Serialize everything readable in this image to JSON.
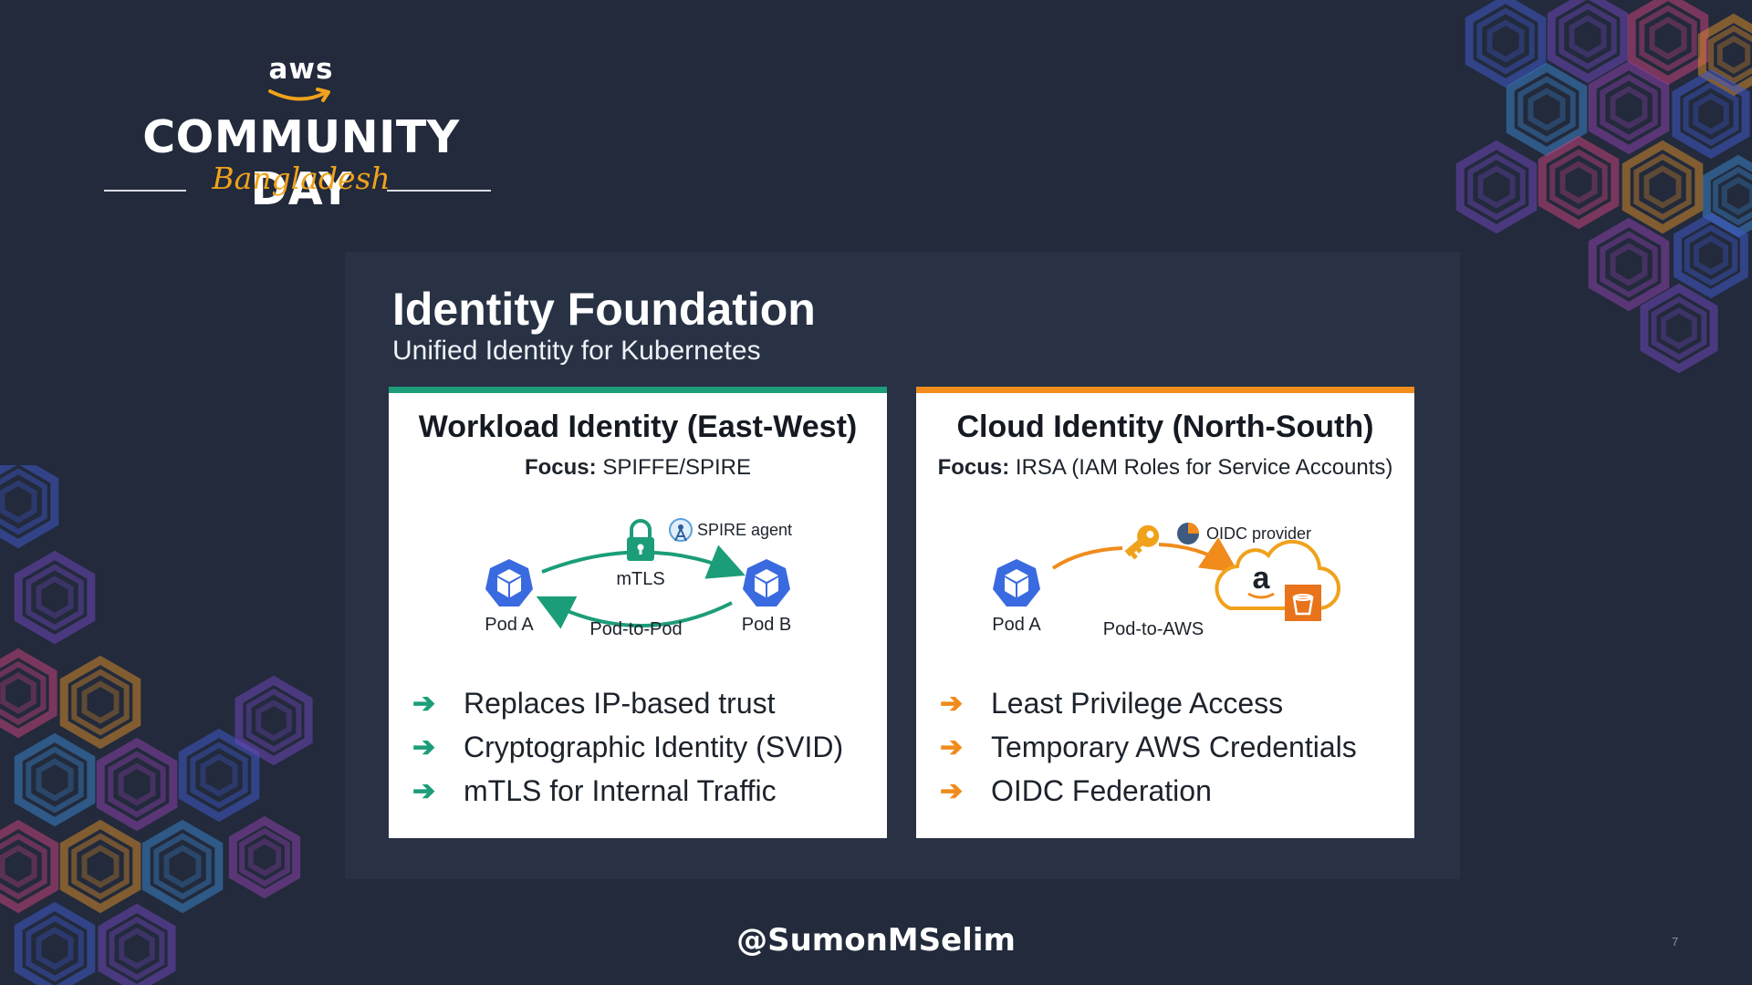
{
  "brand": {
    "aws": "aws",
    "event": "COMMUNITY DAY",
    "location": "Bangladesh",
    "accent_color": "#f0a21b"
  },
  "slide": {
    "title": "Identity Foundation",
    "subtitle": "Unified Identity for Kubernetes"
  },
  "cards": [
    {
      "title": "Workload Identity (East-West)",
      "focus_label": "Focus:",
      "focus_value": "SPIFFE/SPIRE",
      "accent": "#1c9d79",
      "diagram": {
        "node_a": "Pod A",
        "node_b": "Pod B",
        "center_label": "mTLS",
        "bottom_label": "Pod-to-Pod",
        "agent_label": "SPIRE agent",
        "icons": [
          "kubernetes-pod-icon",
          "lock-icon",
          "antenna-icon",
          "kubernetes-pod-icon"
        ]
      },
      "bullets": [
        "Replaces IP-based trust",
        "Cryptographic Identity (SVID)",
        "mTLS for Internal Traffic"
      ]
    },
    {
      "title": "Cloud Identity (North-South)",
      "focus_label": "Focus:",
      "focus_value": "IRSA (IAM Roles for Service Accounts)",
      "accent": "#f08b1c",
      "diagram": {
        "node_a": "Pod A",
        "bottom_label": "Pod-to-AWS",
        "provider_label": "OIDC provider",
        "icons": [
          "kubernetes-pod-icon",
          "key-icon",
          "oidc-icon",
          "aws-cloud-icon",
          "s3-bucket-icon"
        ]
      },
      "bullets": [
        "Least Privilege Access",
        "Temporary AWS Credentials",
        "OIDC Federation"
      ]
    }
  ],
  "footer": {
    "handle": "@SumonMSelim",
    "page_number": "7"
  }
}
